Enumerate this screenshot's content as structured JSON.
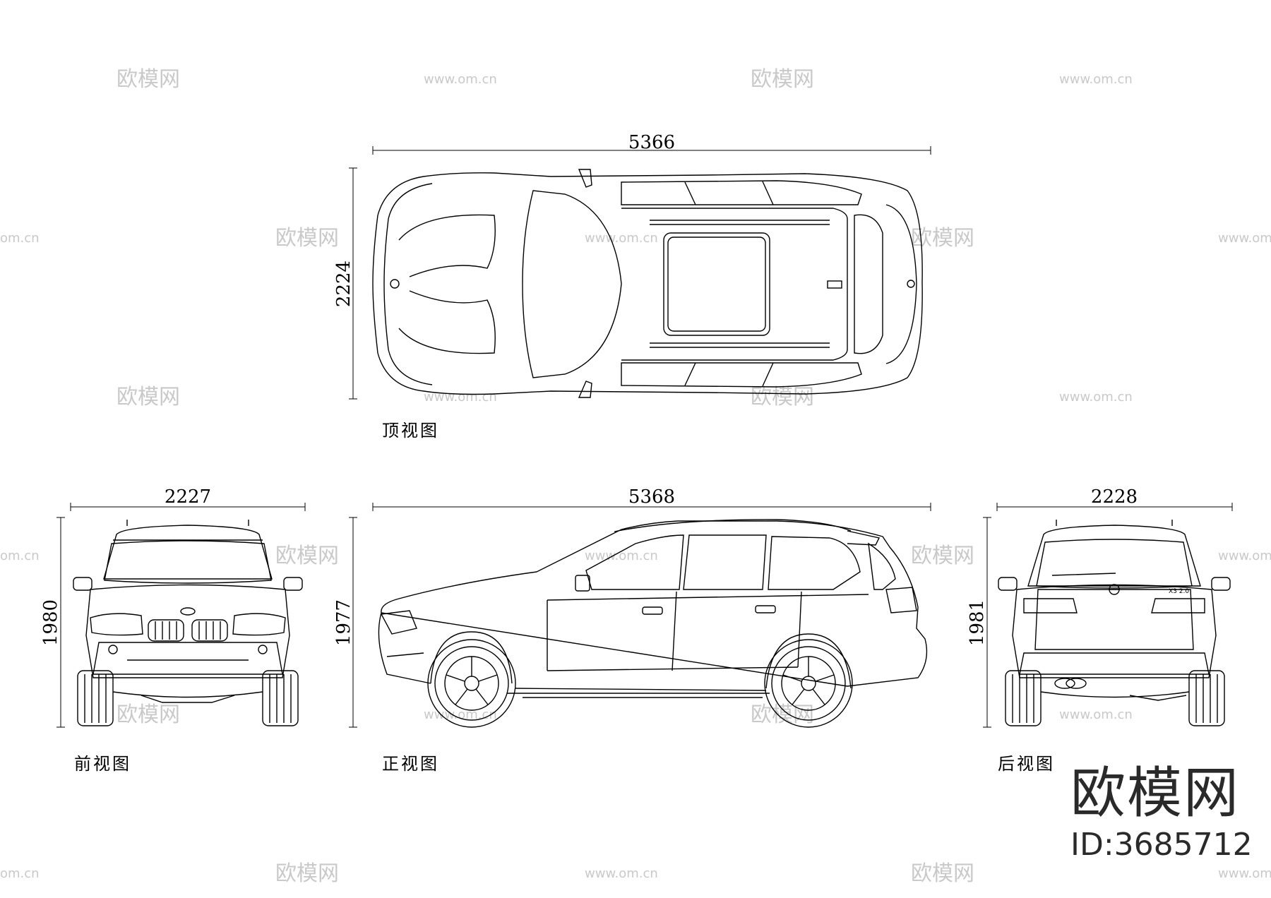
{
  "dimensions": {
    "top_length": "5366",
    "top_width": "2224",
    "front_width": "2227",
    "front_height": "1980",
    "side_length": "5368",
    "side_height": "1977",
    "rear_width": "2228",
    "rear_height": "1981"
  },
  "captions": {
    "top": "顶视图",
    "front": "前视图",
    "side": "正视图",
    "rear": "后视图"
  },
  "watermarks": {
    "brand_small": "欧模网",
    "url": "www.om.cn",
    "url_partial": "om.cn"
  },
  "brand": {
    "name": "欧模网",
    "id": "ID:3685712"
  },
  "colors": {
    "line": "#000000",
    "watermark": "#c9c9c9",
    "brand": "#2a2a2a"
  }
}
